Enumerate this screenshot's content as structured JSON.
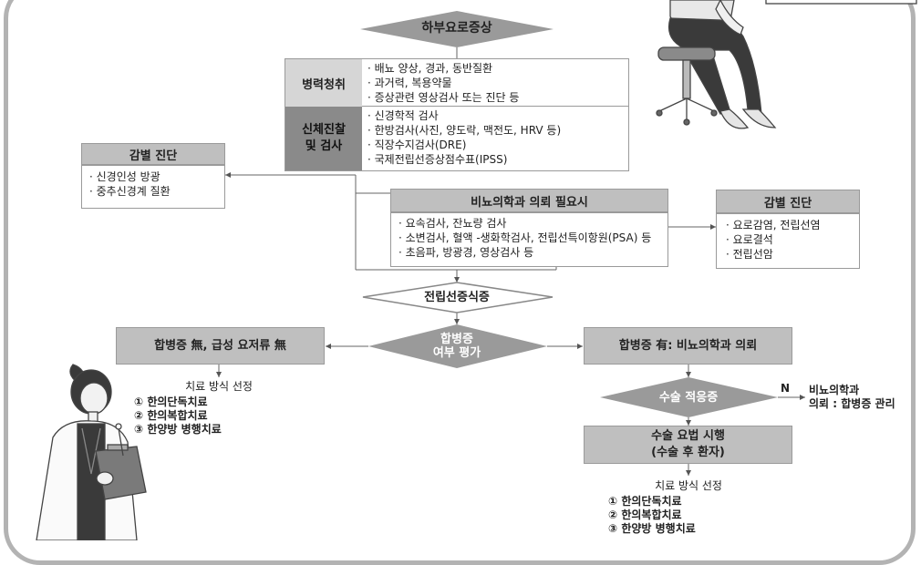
{
  "diamonds": {
    "top": "하부요로증상",
    "prostatitis": "전립선증식증",
    "complication_l1": "합병증",
    "complication_l2": "여부 평가",
    "surgery": "수술 적응증"
  },
  "history": {
    "label": "병력청취",
    "items": [
      "· 배뇨 양상, 경과, 동반질환",
      "· 과거력, 복용약물",
      "· 증상관련 영상검사 또는 진단 등"
    ]
  },
  "physical": {
    "label_l1": "신체진찰",
    "label_l2": "및 검사",
    "items": [
      "· 신경학적 검사",
      "· 한방검사(사진, 양도락, 맥전도, HRV 등)",
      "· 직장수지검사(DRE)",
      "· 국제전립선증상점수표(IPSS)"
    ]
  },
  "ddx_left": {
    "title": "감별 진단",
    "items": [
      "· 신경인성 방광",
      "· 중추신경계 질환"
    ]
  },
  "referral": {
    "title": "비뇨의학과 의뢰 필요시",
    "items": [
      "· 요속검사, 잔뇨량 검사",
      "· 소변검사, 혈액 -생화학검사, 전립선특이항원(PSA) 등",
      "· 초음파, 방광경, 영상검사 등"
    ]
  },
  "ddx_right": {
    "title": "감별 진단",
    "items": [
      "· 요로감염, 전립선염",
      "· 요로결석",
      "· 전립선암"
    ]
  },
  "left_branch": {
    "box": "합병증 無, 급성 요저류 無",
    "select": "치료 방식 선정",
    "options": [
      "① 한의단독치료",
      "② 한의복합치료",
      "③ 한양방 병행치료"
    ]
  },
  "right_branch": {
    "box": "합병증 有: 비뇨의학과 의뢰",
    "n_label": "N",
    "n_text_l1": "비뇨의학과",
    "n_text_l2": "의뢰 : 합병증 관리",
    "surgery_box_l1": "수술 요법 시행",
    "surgery_box_l2": "(수술 후 환자)",
    "select": "치료 방식 선정",
    "options": [
      "① 한의단독치료",
      "② 한의복합치료",
      "③ 한양방 병행치료"
    ]
  },
  "colors": {
    "box_gray": "#bfbfbf",
    "cell_dark": "#8a8a8a",
    "diamond": "#9a9a9a",
    "line": "#666666"
  }
}
